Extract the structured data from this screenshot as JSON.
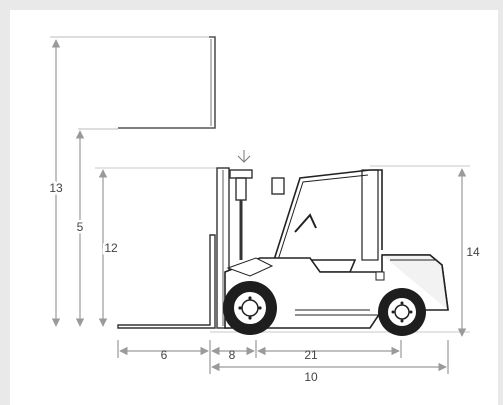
{
  "dimensions": {
    "d13": "13",
    "d5": "5",
    "d12": "12",
    "d14": "14",
    "d6": "6",
    "d8": "8",
    "d21": "21",
    "d10": "10"
  },
  "colors": {
    "line": "#555555",
    "arrow": "#9a9a9a",
    "dark": "#222222"
  }
}
